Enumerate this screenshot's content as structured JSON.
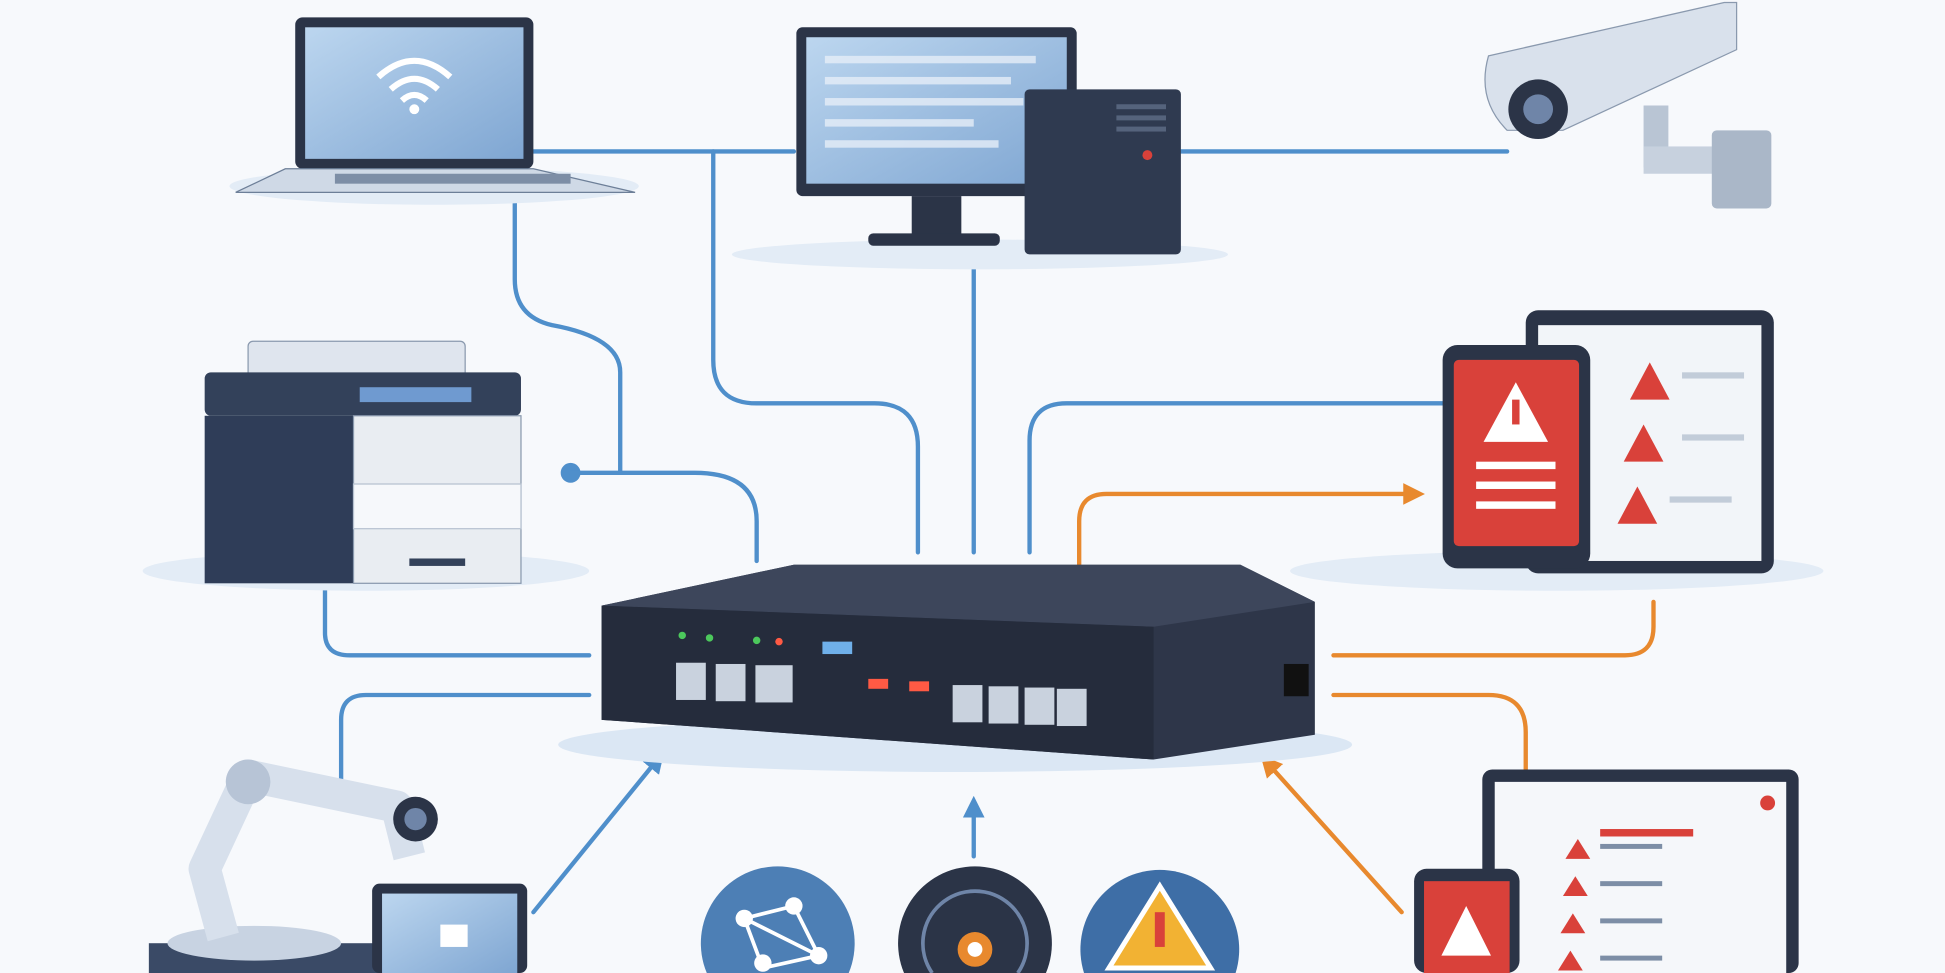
{
  "diagram": {
    "colors": {
      "background": "#f7f9fc",
      "link_blue": "#4f8fcb",
      "link_orange": "#e8892e",
      "device_dark": "#2b3447",
      "alert_red": "#d9413a",
      "screen_blue": "#9cc0e4"
    },
    "nodes": [
      {
        "id": "laptop",
        "icon": "laptop-wifi-icon"
      },
      {
        "id": "desktop",
        "icon": "desktop-computer-icon"
      },
      {
        "id": "camera",
        "icon": "security-camera-icon"
      },
      {
        "id": "printer",
        "icon": "printer-icon"
      },
      {
        "id": "alert-devices",
        "icon": "alert-tablet-phone-icon"
      },
      {
        "id": "network-switch",
        "icon": "network-switch-icon"
      },
      {
        "id": "robot-arm",
        "icon": "industrial-robot-icon"
      },
      {
        "id": "network-topology",
        "icon": "network-topology-icon"
      },
      {
        "id": "radar-scan",
        "icon": "radar-icon"
      },
      {
        "id": "warning",
        "icon": "warning-icon"
      },
      {
        "id": "alert-dashboard",
        "icon": "alert-dashboard-icon"
      }
    ]
  }
}
